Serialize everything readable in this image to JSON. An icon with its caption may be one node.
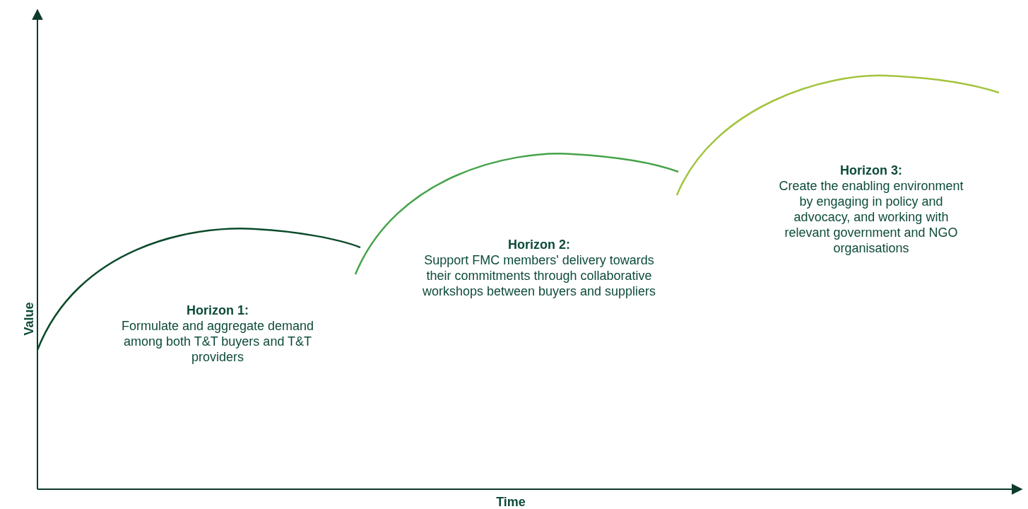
{
  "diagram": {
    "labels": [
      "Horizon 3:",
      "Create the enabling environment by engaging in policy and advocacy, and working with relevant government and NGO organisations",
      "Horizon 2:",
      "Support FMC members' delivery towards their commitments through collaborative workshops between buyers and suppliers",
      "Horizon 1:",
      "Formulate and aggregate demand among both T&T buyers and T&T providers",
      "Value",
      "Time"
    ]
  }
}
